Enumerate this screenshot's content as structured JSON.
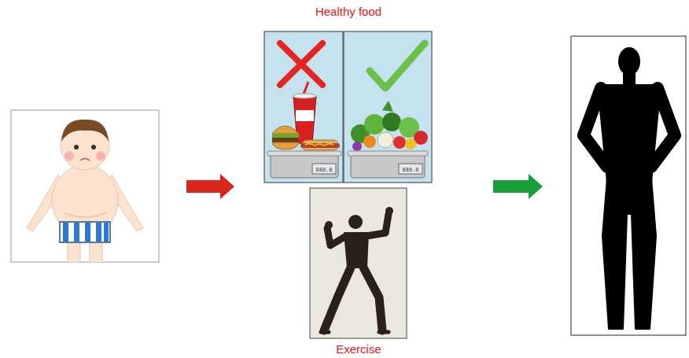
{
  "diagram": {
    "nodes": [
      {
        "text": [
          "Healthy food"
        ]
      },
      {
        "text": [
          "Exercise"
        ]
      }
    ],
    "labels": [
      "888.8",
      "888.8"
    ]
  }
}
